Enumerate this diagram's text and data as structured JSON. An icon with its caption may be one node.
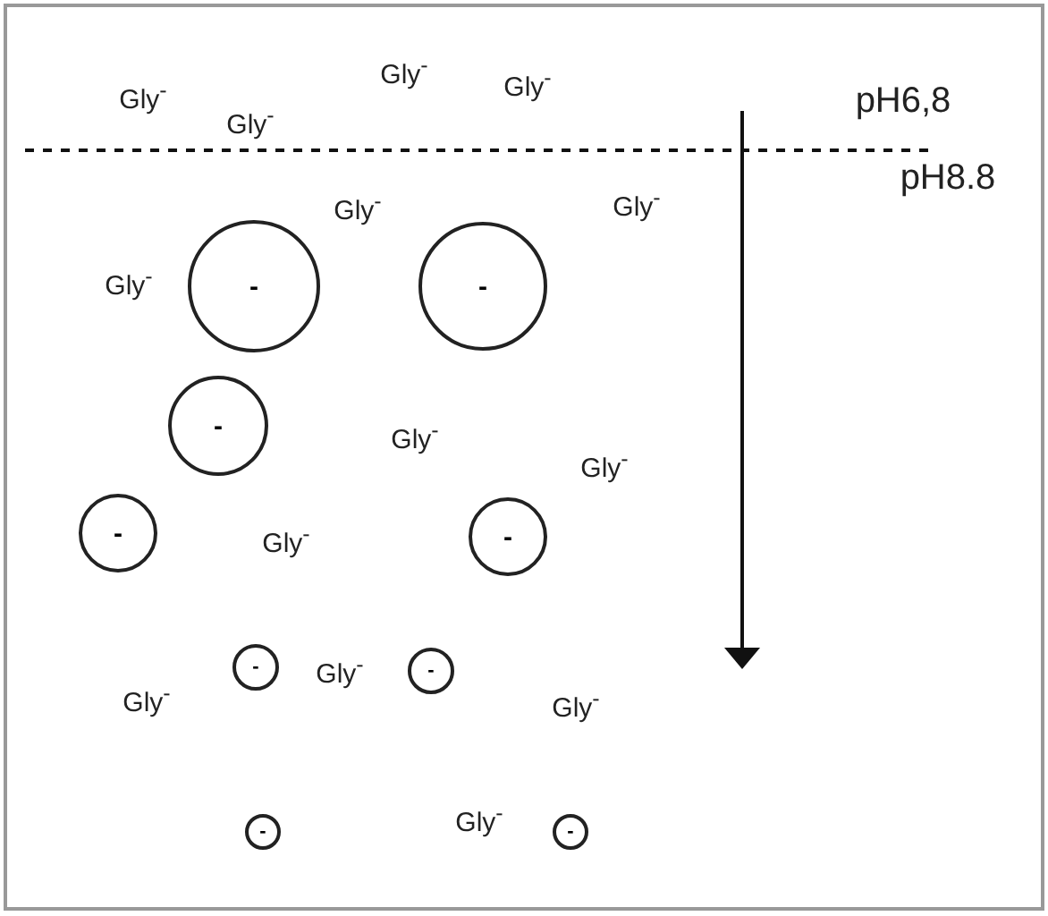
{
  "diagram": {
    "nodes": [
      {
        "text": [
          "-"
        ]
      },
      {
        "text": [
          "-"
        ]
      },
      {
        "text": [
          "-"
        ]
      },
      {
        "text": [
          "-"
        ]
      },
      {
        "text": [
          "-"
        ]
      },
      {
        "text": [
          "-"
        ]
      },
      {
        "text": [
          "-"
        ]
      },
      {
        "text": [
          "-"
        ]
      },
      {
        "text": [
          "-"
        ]
      }
    ],
    "edges": [],
    "labels": [
      "Gly$^{-}$",
      "Gly$^{-}$",
      "Gly$^{-}$",
      "pH6,8",
      "Gly$^{-}$",
      "pH8.8",
      "Gly$^{-}$",
      "Gly$^{-}$",
      "Gly$^{-}$",
      "Gly$^{-}$",
      "Gly$^{-}$",
      "Gly$^{-}$",
      "Gly$^{-}$",
      "Gly$^{-}$",
      "Gly$^{-}$",
      "Gly$^{-}$"
    ]
  }
}
